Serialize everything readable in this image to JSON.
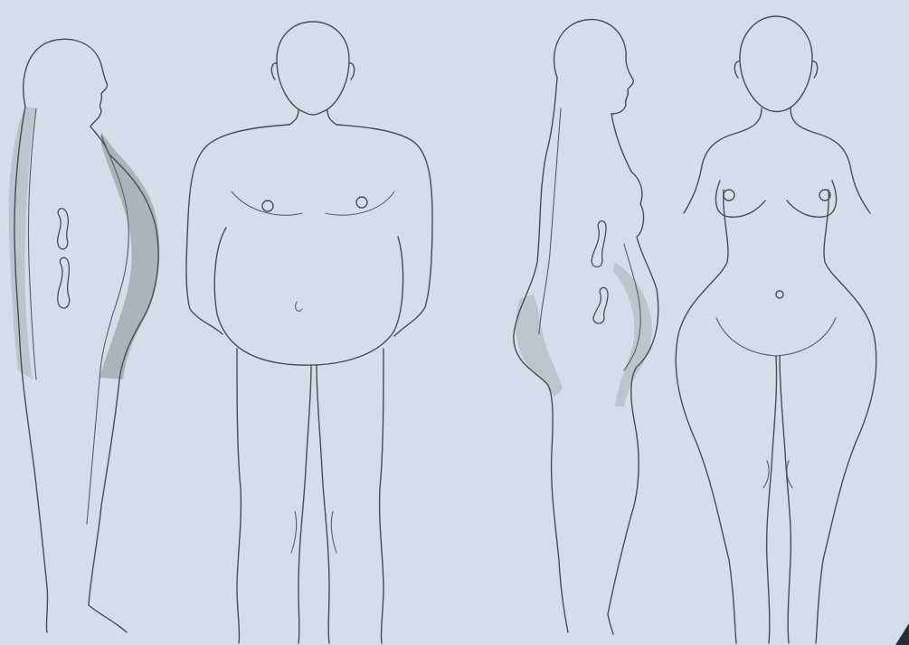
{
  "figure": {
    "background_color": "#d4dde9",
    "line_color": "#4a4d55",
    "shading_color": "#8a8f98",
    "figures": [
      {
        "view": "side",
        "sex": "male",
        "fat_distribution": "android"
      },
      {
        "view": "front",
        "sex": "male",
        "fat_distribution": "android"
      },
      {
        "view": "side",
        "sex": "female",
        "fat_distribution": "gynoid"
      },
      {
        "view": "front",
        "sex": "female",
        "fat_distribution": "gynoid"
      }
    ]
  }
}
